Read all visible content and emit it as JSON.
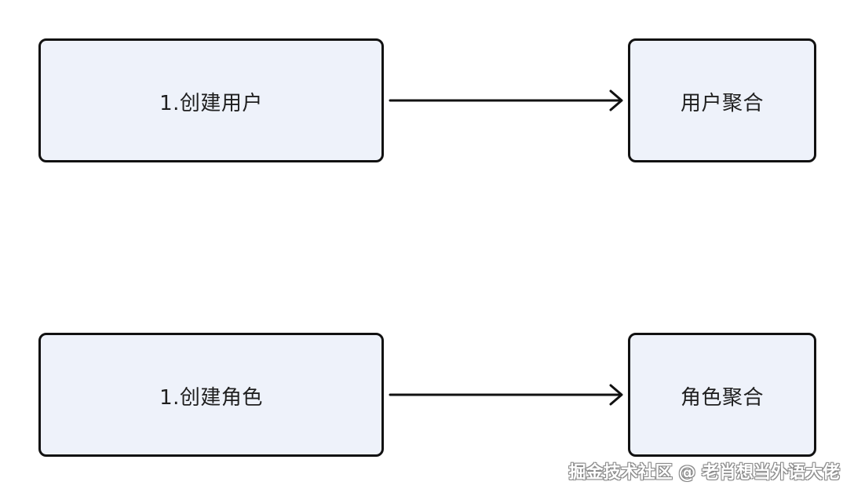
{
  "diagram": {
    "nodes": [
      {
        "id": "create_user",
        "label": "1.创建用户"
      },
      {
        "id": "user_aggregate",
        "label": "用户聚合"
      },
      {
        "id": "create_role",
        "label": "1.创建角色"
      },
      {
        "id": "role_aggregate",
        "label": "角色聚合"
      }
    ],
    "edges": [
      {
        "from": "create_user",
        "to": "user_aggregate"
      },
      {
        "from": "create_role",
        "to": "role_aggregate"
      }
    ]
  },
  "watermark": "掘金技术社区 @ 老肖想当外语大佬"
}
